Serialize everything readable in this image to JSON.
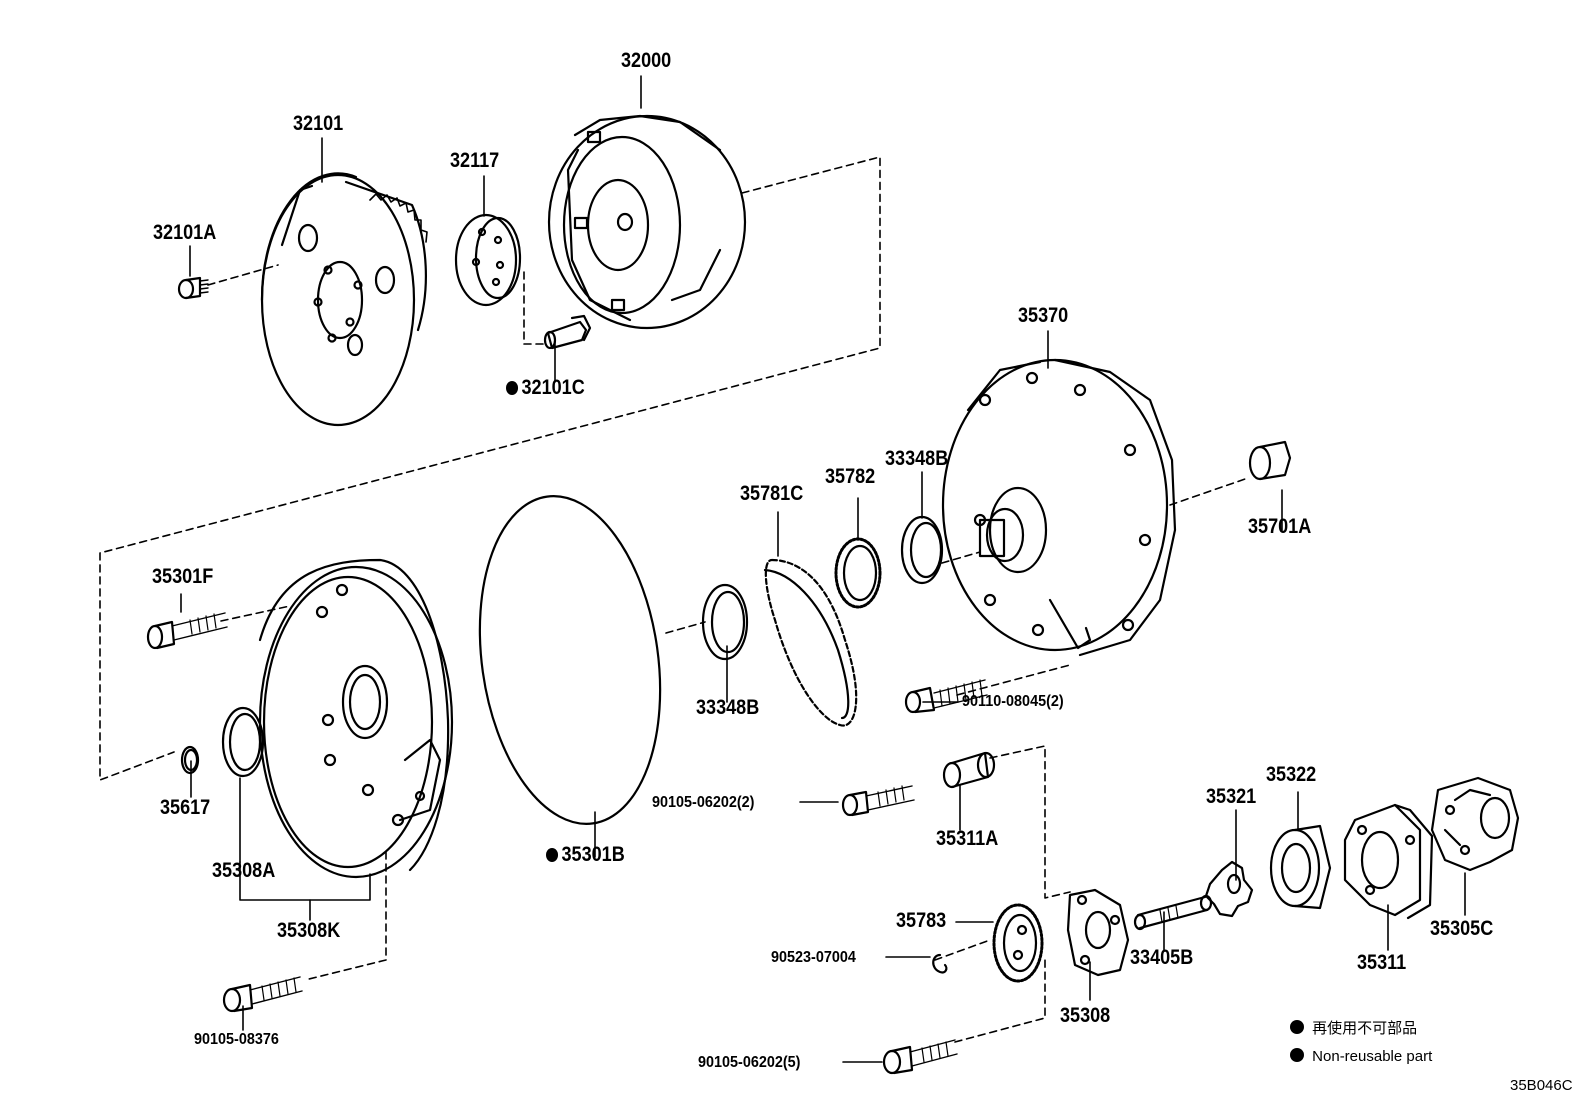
{
  "part_labels": {
    "p32000": "32000",
    "p32101": "32101",
    "p32117": "32117",
    "p32101A": "32101A",
    "p32101C": "32101C",
    "p35370": "35370",
    "p33348B_top": "33348B",
    "p35782": "35782",
    "p35781C": "35781C",
    "p35701A": "35701A",
    "p35301F": "35301F",
    "p33348B_bot": "33348B",
    "p90110": "90110-08045(2)",
    "p35617": "35617",
    "p35308A": "35308A",
    "p35308K": "35308K",
    "p35301B": "35301B",
    "p90105_06202_2": "90105-06202(2)",
    "p35311A": "35311A",
    "p35321": "35321",
    "p35322": "35322",
    "p35783": "35783",
    "p90523": "90523-07004",
    "p33405B": "33405B",
    "p35311": "35311",
    "p35305C": "35305C",
    "p35308": "35308",
    "p90105_08376": "90105-08376",
    "p90105_06202_5": "90105-06202(5)"
  },
  "legend": {
    "jp": "再使用不可部品",
    "en": "Non-reusable part"
  },
  "diagram_code": "35B046C"
}
